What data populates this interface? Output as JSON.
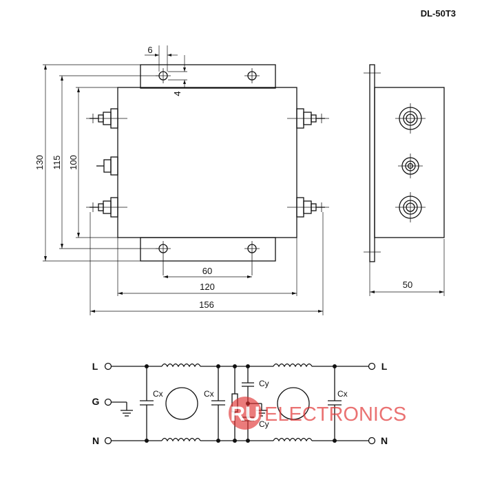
{
  "model": "DL-50T3",
  "dimensions": {
    "hole_offset": "6",
    "hole_drop": "4",
    "height_overall": "130",
    "height_mounting": "115",
    "height_body": "100",
    "hole_spacing": "60",
    "width_body": "120",
    "width_overall": "156",
    "depth": "50"
  },
  "schematic": {
    "line_in": "L",
    "ground": "G",
    "neutral_in": "N",
    "line_out": "L",
    "neutral_out": "N",
    "cx_left": "Cx",
    "cx_mid": "Cx",
    "cx_right": "Cx",
    "cy_top": "Cy",
    "cy_bottom": "Cy"
  },
  "watermark": {
    "text_main": "RU",
    "text_rest": "ELECTRONICS",
    "color": "#e03030"
  }
}
